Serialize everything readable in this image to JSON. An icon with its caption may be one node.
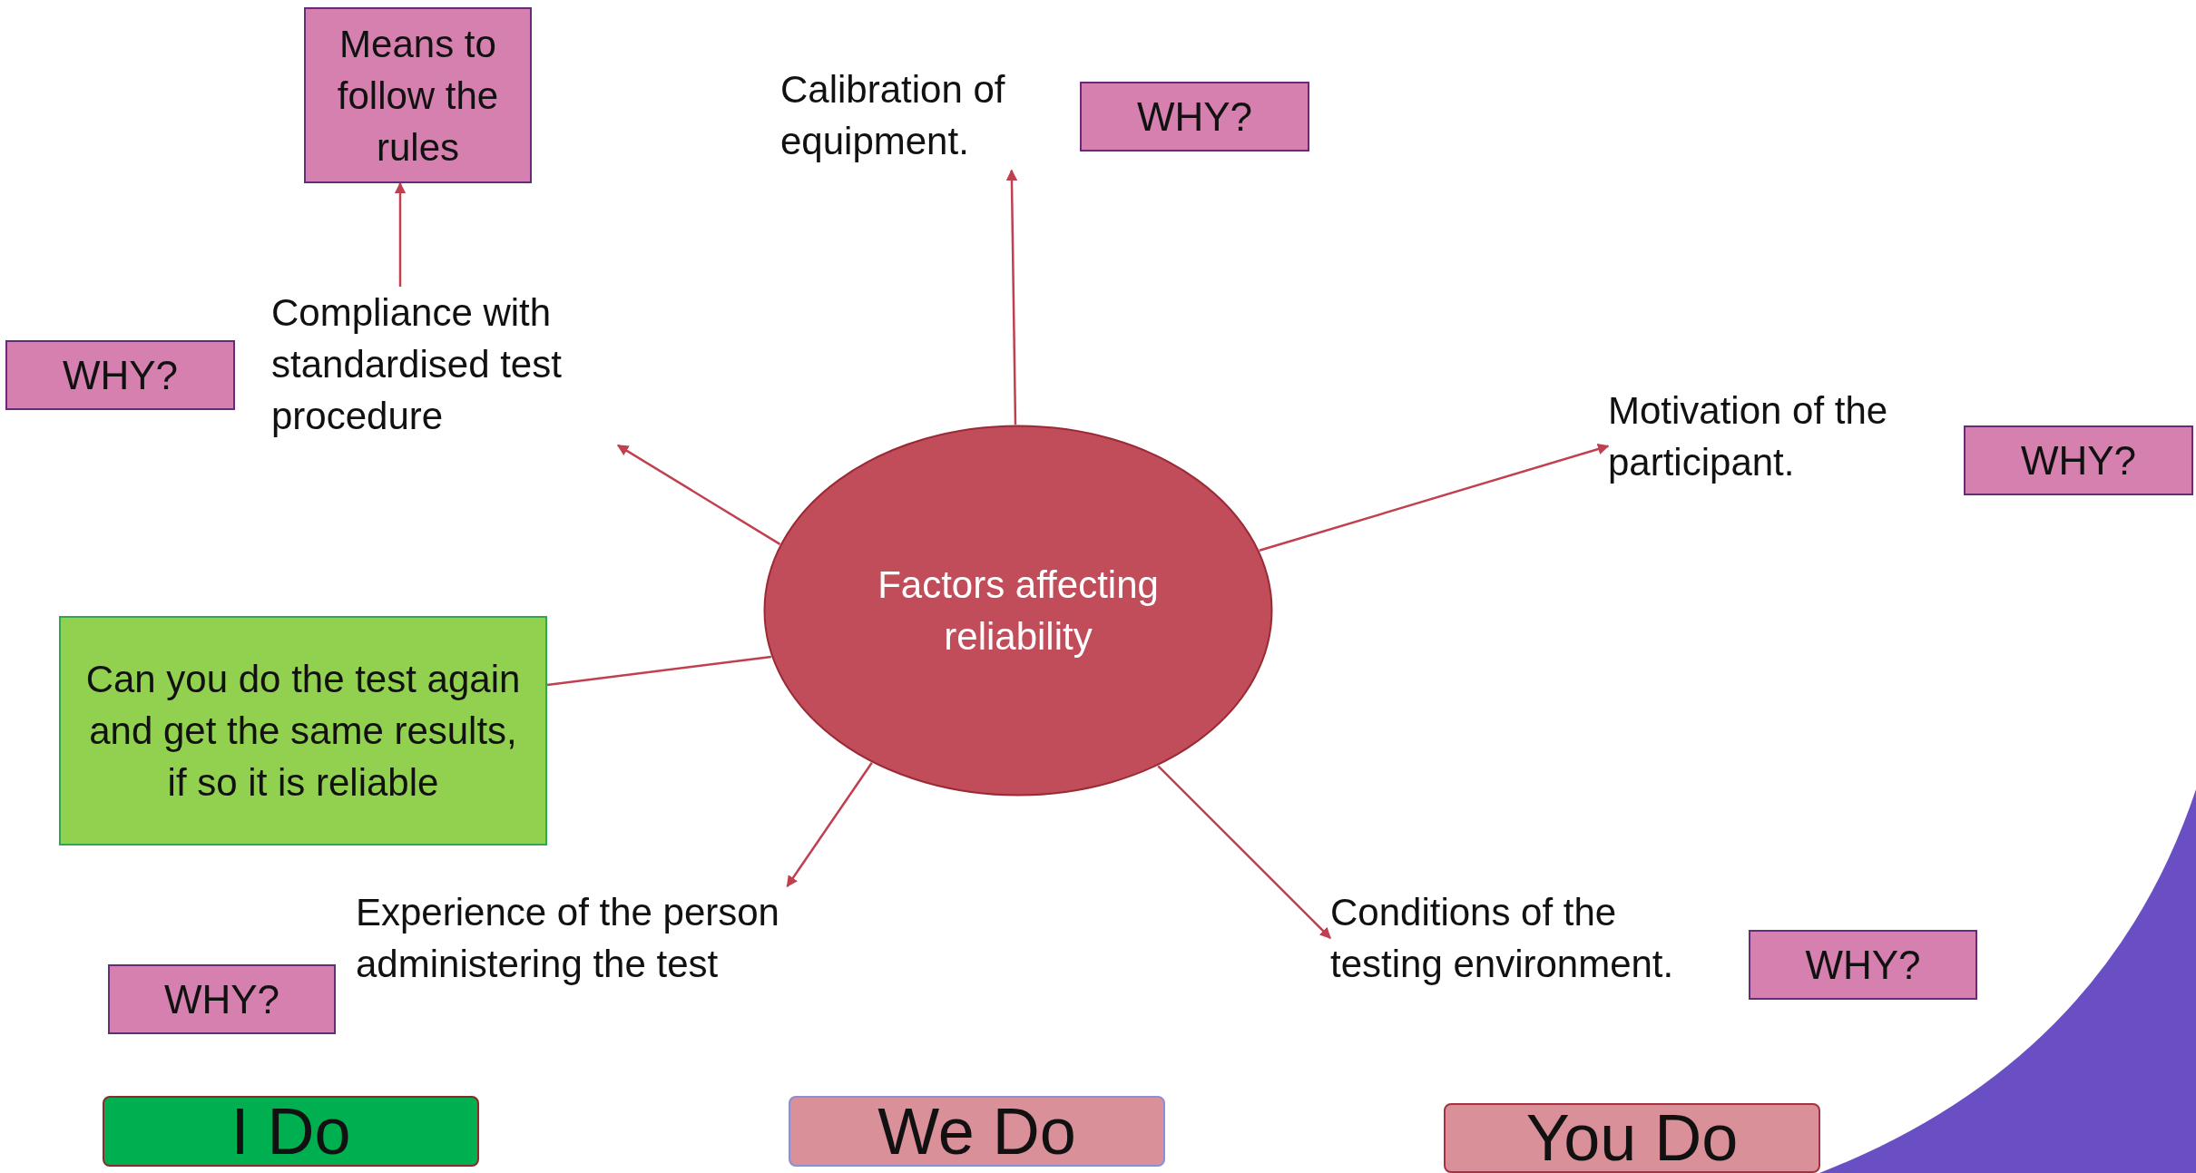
{
  "diagram": {
    "nodes": [
      {
        "text": [
          "Means to follow the rules"
        ]
      },
      {
        "text": [
          "Calibration of equipment."
        ]
      },
      {
        "text": [
          "WHY?"
        ]
      },
      {
        "text": [
          "WHY?"
        ]
      },
      {
        "text": [
          "Compliance with standardised test procedure"
        ]
      },
      {
        "text": [
          "Motivation of the participant."
        ]
      },
      {
        "text": [
          "WHY?"
        ]
      },
      {
        "text": [
          "Factors affecting reliability"
        ]
      },
      {
        "text": [
          "Can you do the test again and get the same results, if so it is reliable"
        ]
      },
      {
        "text": [
          "Experience of the person administering the test"
        ]
      },
      {
        "text": [
          "Conditions of the testing environment."
        ]
      },
      {
        "text": [
          "WHY?"
        ]
      },
      {
        "text": [
          "WHY?"
        ]
      },
      {
        "text": [
          "I Do"
        ]
      },
      {
        "text": [
          "We Do"
        ]
      },
      {
        "text": [
          "You Do"
        ]
      }
    ],
    "edges": [
      {
        "from": 4,
        "to": 0,
        "arrow": "to"
      },
      {
        "from": 7,
        "to": 1,
        "arrow": "to"
      },
      {
        "from": 7,
        "to": 4,
        "arrow": "to"
      },
      {
        "from": 7,
        "to": 5,
        "arrow": "to"
      },
      {
        "from": 8,
        "to": 7,
        "arrow": "none"
      },
      {
        "from": 7,
        "to": 9,
        "arrow": "to"
      },
      {
        "from": 7,
        "to": 10,
        "arrow": "to"
      }
    ]
  }
}
